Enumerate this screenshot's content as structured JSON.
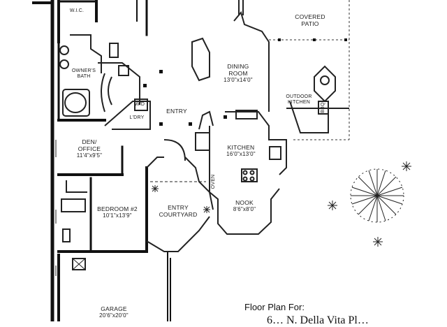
{
  "rooms": {
    "wic": {
      "name": "W.I.C."
    },
    "covered_patio": {
      "line1": "COVERED",
      "line2": "PATIO"
    },
    "owners_bath": {
      "line1": "OWNER'S",
      "line2": "BATH"
    },
    "dining": {
      "line1": "DINING",
      "line2": "ROOM",
      "dim": "13'0\"x14'0\""
    },
    "outdoor_kitchen": {
      "line1": "OUTDOOR",
      "line2": "KITCHEN"
    },
    "bbq": {
      "name": "BBQ"
    },
    "wd": {
      "name": "W/D"
    },
    "ldry": {
      "name": "L'DRY"
    },
    "entry": {
      "name": "ENTRY"
    },
    "den": {
      "line1": "DEN/",
      "line2": "OFFICE",
      "dim": "11'4\"x9'5\""
    },
    "kitchen": {
      "line1": "KITCHEN",
      "dim": "16'0\"x13'0\""
    },
    "oven": {
      "name": "OVEN"
    },
    "bedroom2": {
      "line1": "BEDROOM #2",
      "dim": "10'1\"x13'9\""
    },
    "entry_courtyard": {
      "line1": "ENTRY",
      "line2": "COURTYARD"
    },
    "nook": {
      "line1": "NOOK",
      "dim": "8'6\"x8'0\""
    },
    "garage": {
      "line1": "GARAGE",
      "dim": "20'6\"x20'0\""
    }
  },
  "caption": {
    "title": "Floor Plan For:",
    "address_partial": "6… N. Della Vita Pl…"
  },
  "colors": {
    "wall": "#111111",
    "line": "#222222",
    "background": "#ffffff"
  }
}
